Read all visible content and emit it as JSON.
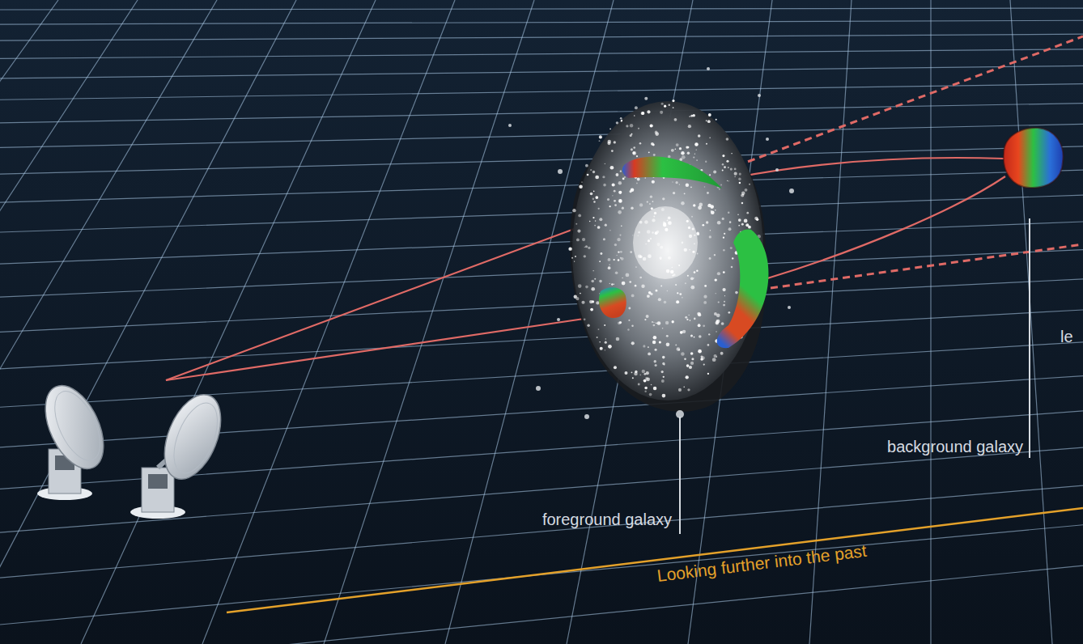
{
  "diagram": {
    "labels": [
      "foreground galaxy",
      "background galaxy",
      "le",
      "Looking further into the past"
    ]
  }
}
